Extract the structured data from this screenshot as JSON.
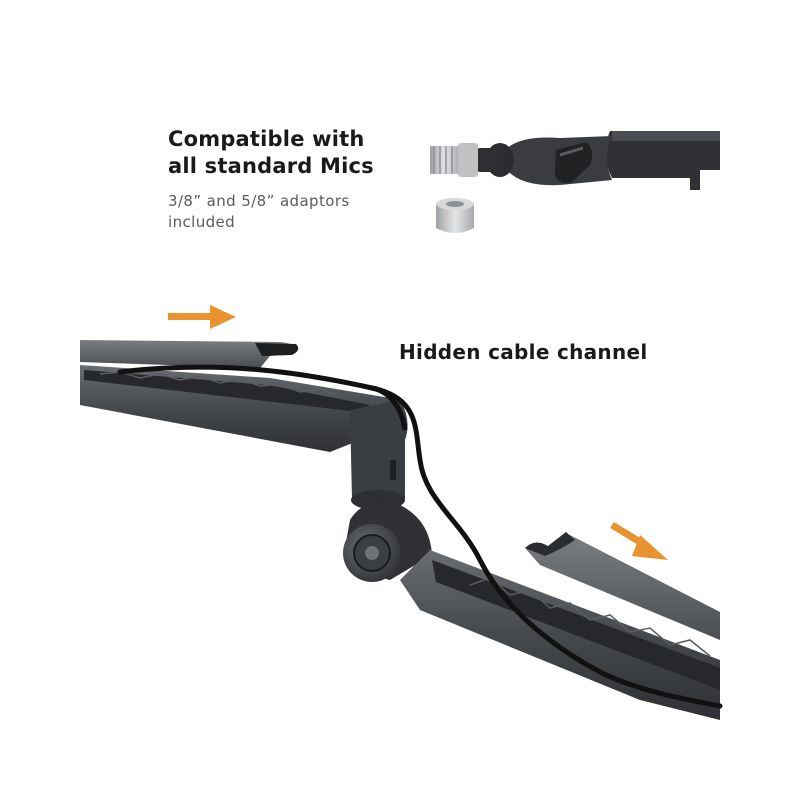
{
  "feature_mic": {
    "title_line1": "Compatible with",
    "title_line2": "all standard Mics",
    "subtitle_line1": "3/8” and 5/8” adaptors",
    "subtitle_line2": "included"
  },
  "feature_cable": {
    "title": "Hidden cable channel"
  },
  "colors": {
    "accent_arrow": "#E8932F",
    "arm_dark": "#3f4246",
    "arm_mid": "#56595d",
    "cable": "#111111",
    "metal": "#c9cbcd"
  },
  "icons": [
    "arrow-right-icon",
    "arrow-down-right-icon"
  ]
}
